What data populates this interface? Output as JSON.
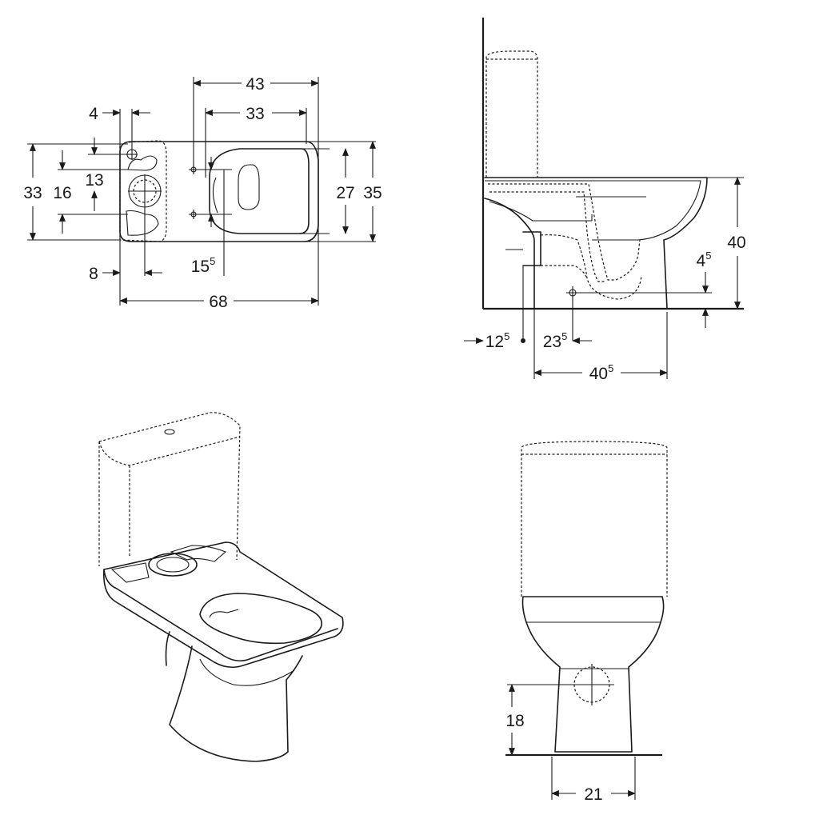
{
  "plan_view": {
    "dim_43": "43",
    "dim_33_top": "33",
    "dim_4": "4",
    "dim_13": "13",
    "dim_16": "16",
    "dim_33_left": "33",
    "dim_27": "27",
    "dim_35": "35",
    "dim_8": "8",
    "dim_15_5": {
      "base": "15",
      "sup": "5"
    },
    "dim_68": "68"
  },
  "side_view": {
    "dim_40": "40",
    "dim_4_5": {
      "base": "4",
      "sup": "5"
    },
    "dim_12_5": {
      "base": "12",
      "sup": "5"
    },
    "dim_23_5": {
      "base": "23",
      "sup": "5"
    },
    "dim_40_5": {
      "base": "40",
      "sup": "5"
    }
  },
  "front_view": {
    "dim_18": "18",
    "dim_21": "21"
  },
  "colors": {
    "line": "#1a1a1a",
    "background": "#ffffff"
  }
}
